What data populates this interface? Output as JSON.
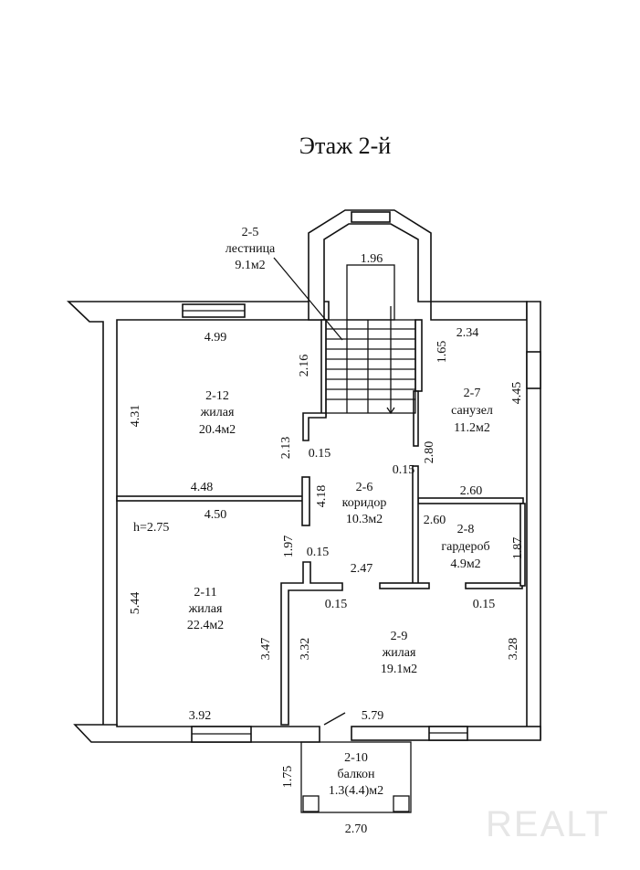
{
  "title": "Этаж 2-й",
  "rooms": {
    "r2_5": {
      "id": "2-5",
      "name": "лестница",
      "area": "9.1м2"
    },
    "r2_6": {
      "id": "2-6",
      "name": "коридор",
      "area": "10.3м2"
    },
    "r2_7": {
      "id": "2-7",
      "name": "санузел",
      "area": "11.2м2"
    },
    "r2_8": {
      "id": "2-8",
      "name": "гардероб",
      "area": "4.9м2"
    },
    "r2_9": {
      "id": "2-9",
      "name": "жилая",
      "area": "19.1м2"
    },
    "r2_10": {
      "id": "2-10",
      "name": "балкон",
      "area": "1.3(4.4)м2"
    },
    "r2_11": {
      "id": "2-11",
      "name": "жилая",
      "area": "22.4м2"
    },
    "r2_12": {
      "id": "2-12",
      "name": "жилая",
      "area": "20.4м2"
    }
  },
  "height_label": "h=2.75",
  "dims": {
    "d196": "1.96",
    "d499": "4.99",
    "d216": "2.16",
    "d431": "4.31",
    "d213": "2.13",
    "d015a": "0.15",
    "d165": "1.65",
    "d234": "2.34",
    "d445": "4.45",
    "d280": "2.80",
    "d015b": "0.15",
    "d448": "4.48",
    "d418": "4.18",
    "d260a": "2.60",
    "d450": "4.50",
    "d260b": "2.60",
    "d187": "1.87",
    "d197": "1.97",
    "d015c": "0.15",
    "d247": "2.47",
    "d015d": "0.15",
    "d015e": "0.15",
    "d544": "5.44",
    "d347": "3.47",
    "d332": "3.32",
    "d328": "3.28",
    "d392": "3.92",
    "d579": "5.79",
    "d175": "1.75",
    "d270": "2.70"
  },
  "watermark": "REALT"
}
